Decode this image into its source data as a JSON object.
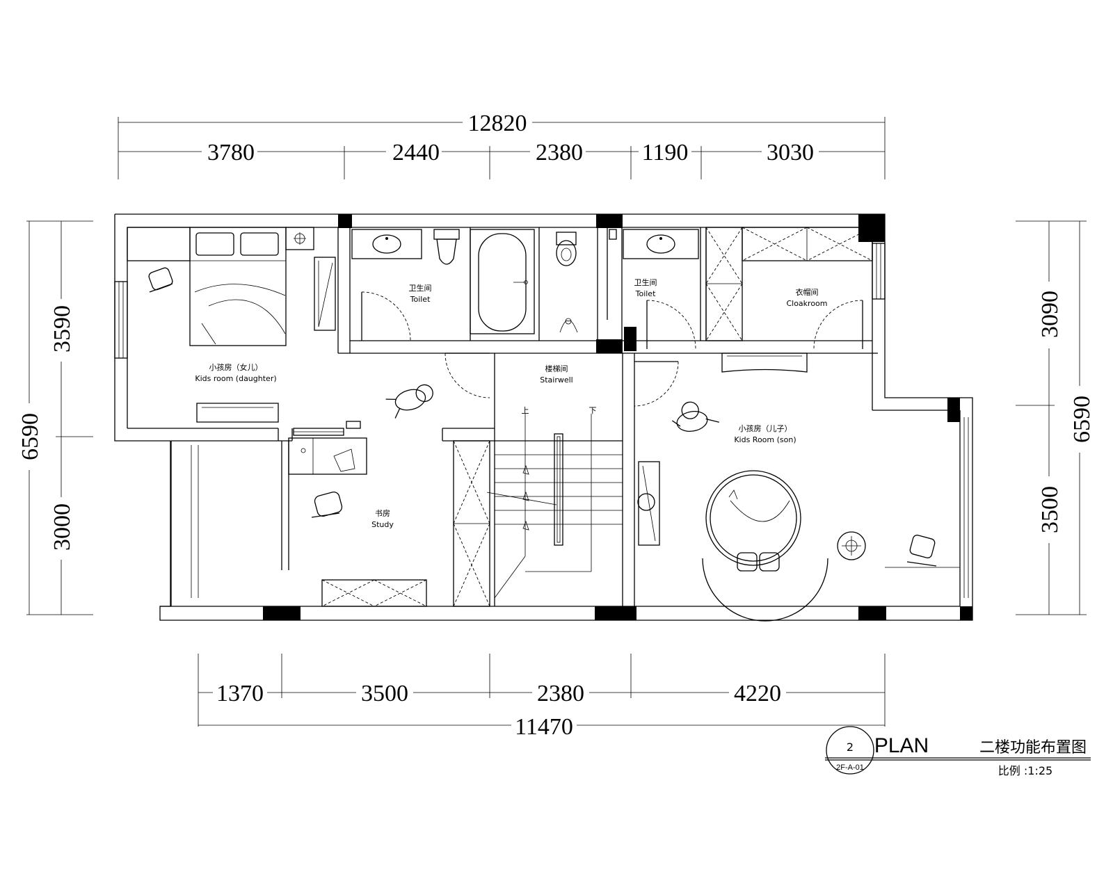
{
  "dimensions": {
    "top_total": "12820",
    "top_segments": [
      "3780",
      "2440",
      "2380",
      "1190",
      "3030"
    ],
    "bottom_segments": [
      "1370",
      "3500",
      "2380",
      "4220"
    ],
    "bottom_total": "11470",
    "left_segments": [
      "3590",
      "3000"
    ],
    "left_total": "6590",
    "right_segments": [
      "3090",
      "3500"
    ],
    "right_total": "6590"
  },
  "rooms": {
    "toilet_a": {
      "cn": "卫生间",
      "en": "Toilet"
    },
    "toilet_b": {
      "cn": "卫生间",
      "en": "Toilet"
    },
    "cloakroom": {
      "cn": "衣帽间",
      "en": "Cloakroom"
    },
    "kids_daughter": {
      "cn": "小孩房（女儿）",
      "en": "Kids room (daughter)"
    },
    "stairwell": {
      "cn": "楼梯间",
      "en": "Stairwell"
    },
    "kids_son": {
      "cn": "小孩房（儿子）",
      "en": "Kids Room (son)"
    },
    "study": {
      "cn": "书房",
      "en": "Study"
    }
  },
  "stairs": {
    "up": "上",
    "down": "下"
  },
  "title_block": {
    "number": "2",
    "sheet": "2F-A-01",
    "label": "PLAN",
    "name_cn": "二楼功能布置图",
    "scale": "比例 :1:25"
  }
}
